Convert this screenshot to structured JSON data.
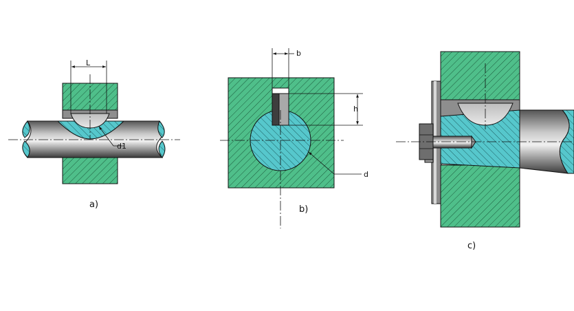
{
  "colors": {
    "housing": "#4fbf8a",
    "shaft": "#56c7cc",
    "steel_dark": "#4a4a4a",
    "steel_mid": "#9a9a9a",
    "steel_light": "#d6d6d6",
    "key_gray": "#a8a8a8",
    "outline": "#111111"
  },
  "icons": {
    "hatch": "diagonal-hatch-pattern",
    "dimension_arrow": "dimension-arrow-icon"
  },
  "figure_a": {
    "caption": "a)",
    "dim_length_label": "L",
    "diameter_label": "d1"
  },
  "figure_b": {
    "caption": "b)",
    "dim_width_label": "b",
    "dim_height_label": "h",
    "diameter_label": "d"
  },
  "figure_c": {
    "caption": "c)"
  }
}
